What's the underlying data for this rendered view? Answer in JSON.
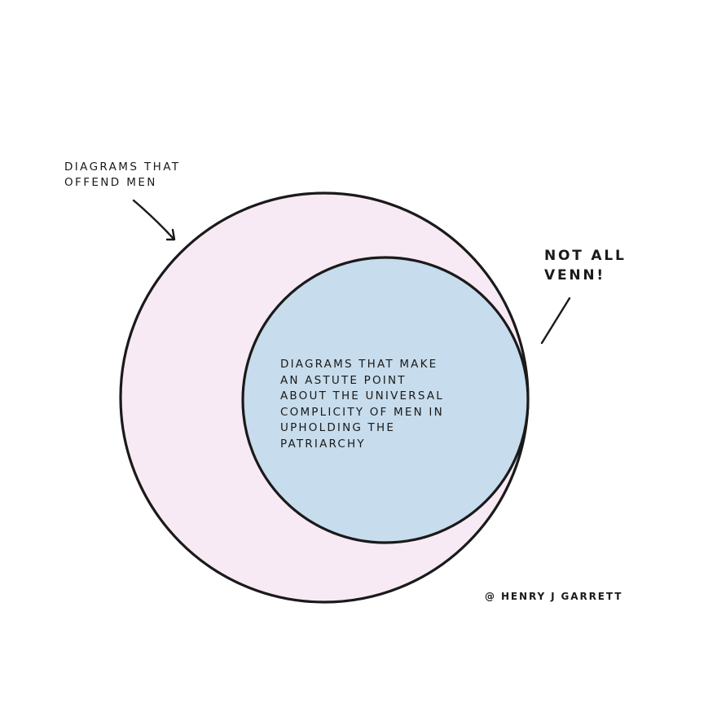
{
  "diagram": {
    "outer_set": {
      "label_lines": [
        "DIAGRAMS THAT",
        "OFFEND MEN"
      ],
      "fill_color": "#f8eaf4"
    },
    "inner_set": {
      "label_lines": [
        "DIAGRAMS THAT MAKE",
        "AN ASTUTE POINT",
        "ABOUT THE UNIVERSAL",
        "COMPLICITY OF MEN IN",
        "UPHOLDING THE",
        "PATRIARCHY"
      ],
      "fill_color": "#c7dcec"
    },
    "callout": {
      "label_lines": [
        "NOT ALL",
        "VENN!"
      ]
    },
    "outline_color": "#1a1a1a"
  },
  "signature": "@ HENRY J GARRETT"
}
